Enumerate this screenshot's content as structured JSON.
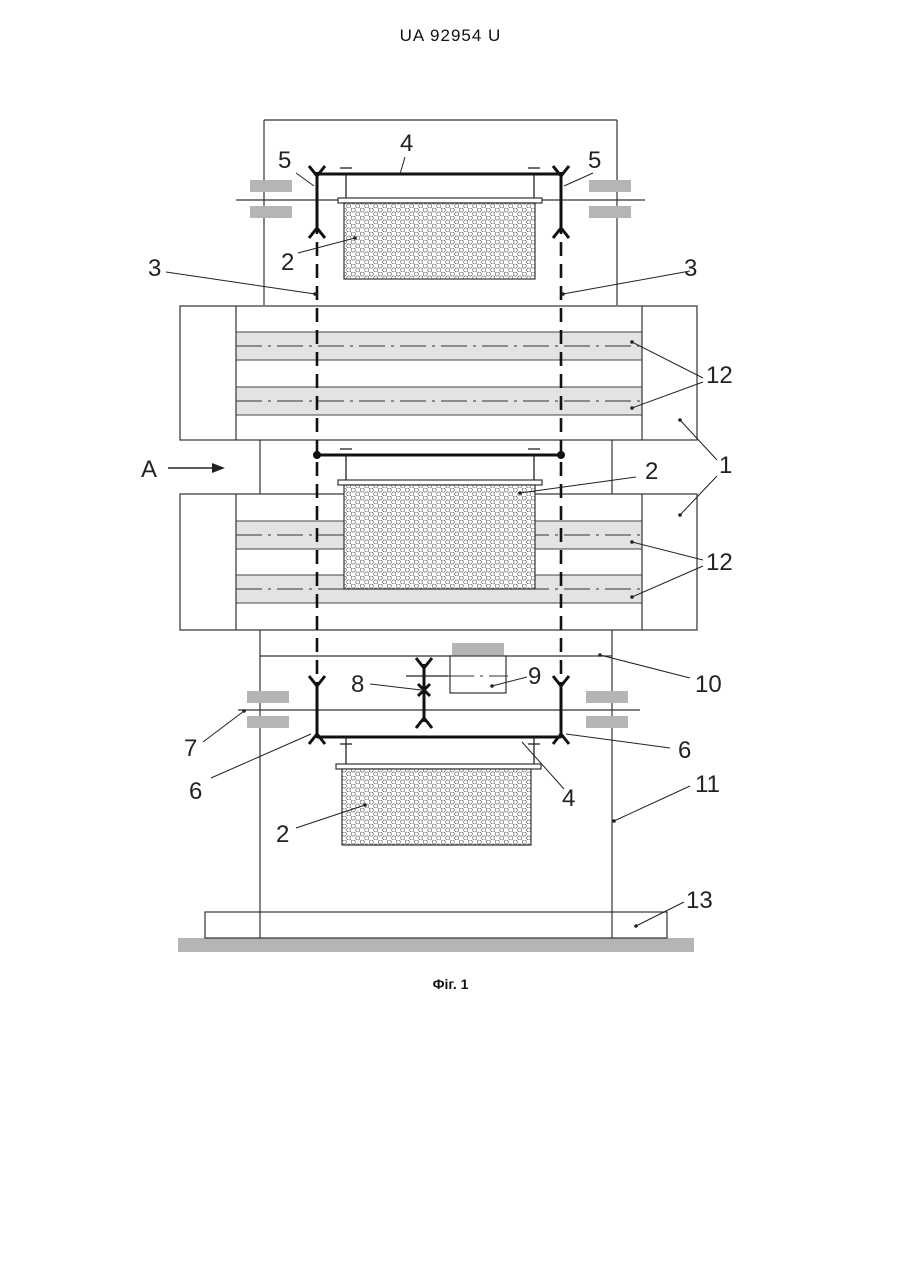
{
  "header": {
    "doc_number": "UA   92954   U"
  },
  "figure": {
    "caption": "Фіг. 1",
    "arrow_label": "A",
    "labels": {
      "l1a": "1",
      "l2a": "2",
      "l2b": "2",
      "l2c": "2",
      "l3a": "3",
      "l3b": "3",
      "l4a": "4",
      "l4b": "4",
      "l5a": "5",
      "l5b": "5",
      "l6a": "6",
      "l6b": "6",
      "l7": "7",
      "l8": "8",
      "l9": "9",
      "l10": "10",
      "l11": "11",
      "l12a": "12",
      "l12b": "12",
      "l13": "13"
    }
  }
}
